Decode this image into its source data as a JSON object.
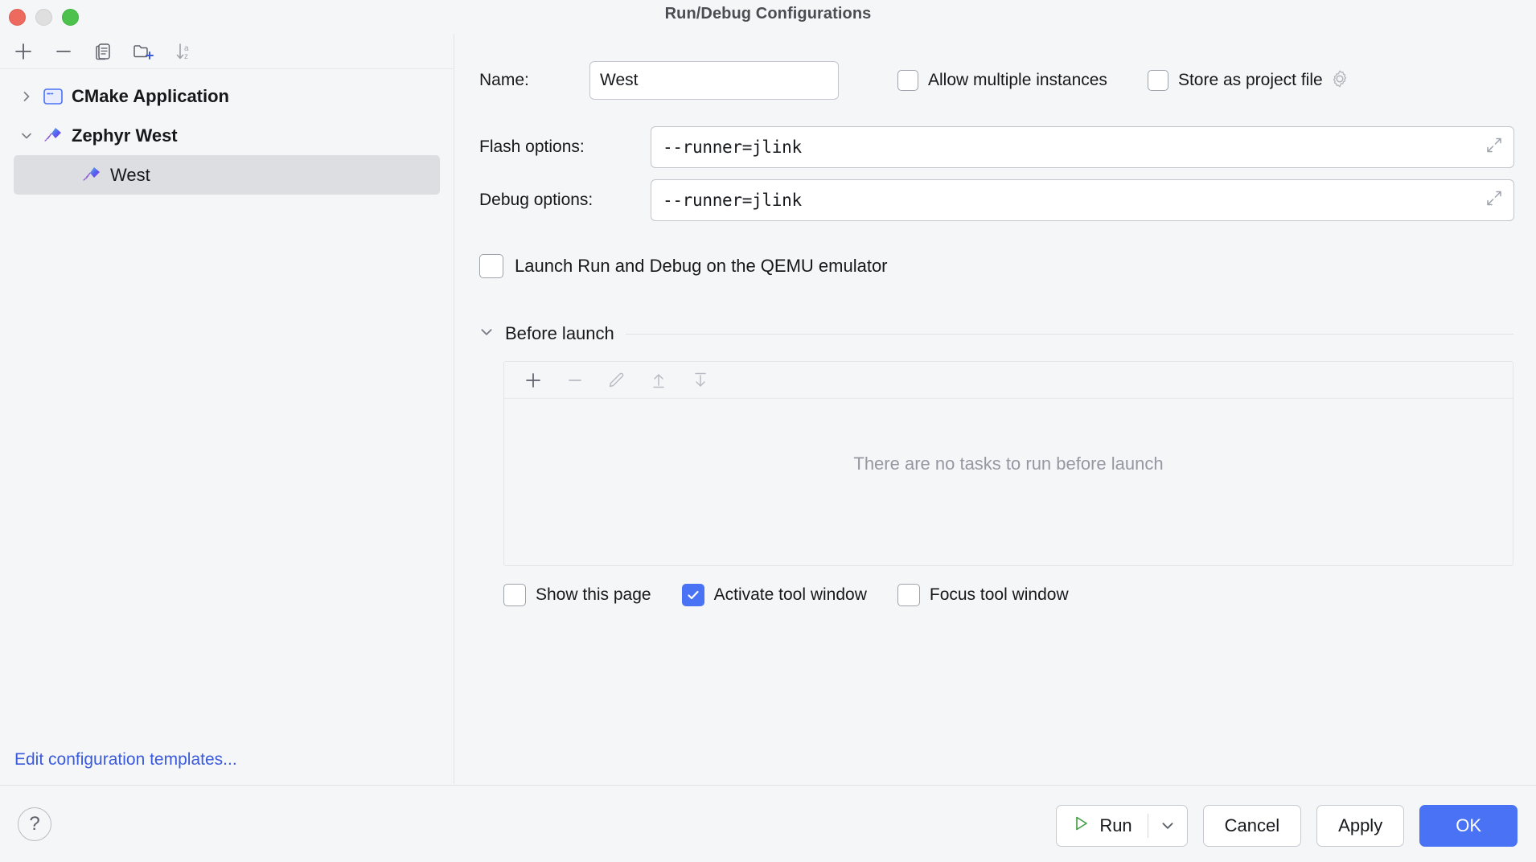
{
  "window": {
    "title": "Run/Debug Configurations",
    "traffic_lights": [
      "close",
      "minimize",
      "zoom"
    ]
  },
  "sidebar": {
    "toolbar": [
      {
        "name": "add-configuration-button",
        "icon": "plus-icon"
      },
      {
        "name": "remove-configuration-button",
        "icon": "minus-icon"
      },
      {
        "name": "copy-configuration-button",
        "icon": "copy-icon"
      },
      {
        "name": "new-folder-button",
        "icon": "folder-add-icon"
      },
      {
        "name": "sort-alphabetically-button",
        "icon": "sort-az-icon"
      }
    ],
    "tree": [
      {
        "label": "CMake Application",
        "level": 0,
        "expanded": false,
        "icon": "cmake-icon",
        "selected": false
      },
      {
        "label": "Zephyr West",
        "level": 0,
        "expanded": true,
        "icon": "zephyr-kite-icon",
        "selected": false
      },
      {
        "label": "West",
        "level": 1,
        "icon": "zephyr-kite-icon",
        "selected": true
      }
    ],
    "edit_templates_link": "Edit configuration templates..."
  },
  "form": {
    "name_label": "Name:",
    "name_value": "West",
    "name_placeholder": "",
    "allow_multiple_instances": {
      "label": "Allow multiple instances",
      "checked": false
    },
    "store_as_project_file": {
      "label": "Store as project file",
      "checked": false,
      "gear_icon": "gear-icon"
    },
    "flash_options_label": "Flash options:",
    "flash_options_value": "--runner=jlink",
    "debug_options_label": "Debug options:",
    "debug_options_value": "--runner=jlink",
    "qemu": {
      "label": "Launch Run and Debug on the QEMU emulator",
      "checked": false
    }
  },
  "before_launch": {
    "title": "Before launch",
    "expanded": true,
    "toolbar": [
      {
        "name": "add-task-button",
        "icon": "plus-icon",
        "enabled": true
      },
      {
        "name": "remove-task-button",
        "icon": "minus-icon",
        "enabled": false
      },
      {
        "name": "edit-task-button",
        "icon": "pencil-icon",
        "enabled": false
      },
      {
        "name": "move-task-up-button",
        "icon": "arrow-up-icon",
        "enabled": false
      },
      {
        "name": "move-task-down-button",
        "icon": "arrow-down-icon",
        "enabled": false
      }
    ],
    "empty_message": "There are no tasks to run before launch",
    "options": [
      {
        "label": "Show this page",
        "checked": false,
        "name": "show-this-page-checkbox"
      },
      {
        "label": "Activate tool window",
        "checked": true,
        "name": "activate-tool-window-checkbox"
      },
      {
        "label": "Focus tool window",
        "checked": false,
        "name": "focus-tool-window-checkbox"
      }
    ]
  },
  "footer": {
    "help_glyph": "?",
    "run_label": "Run",
    "cancel_label": "Cancel",
    "apply_label": "Apply",
    "ok_label": "OK"
  },
  "colors": {
    "accent": "#4a72f5",
    "link": "#3b5bdb",
    "selected_row": "#dcdee2",
    "run_green": "#3f9d40",
    "background": "#f5f6f8"
  }
}
